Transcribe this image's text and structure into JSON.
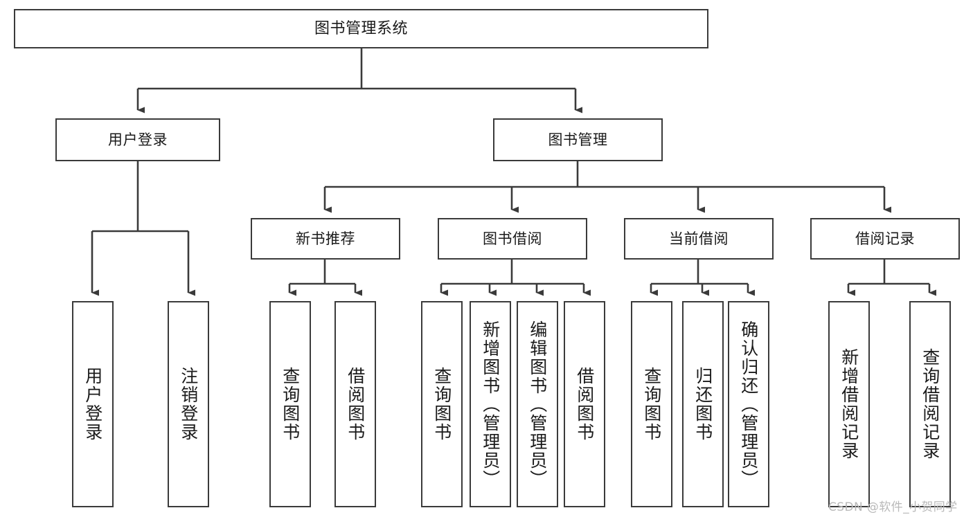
{
  "diagram": {
    "type": "tree-hierarchy-chart",
    "title": "图书管理系统",
    "line_color": "#3a3a3a",
    "box_fill": "#ffffff",
    "text_color": "#1a1a1a",
    "watermark": "CSDN @软件_小贺同学"
  },
  "root": {
    "label": "图书管理系统"
  },
  "level2": [
    {
      "label": "用户登录"
    },
    {
      "label": "图书管理"
    }
  ],
  "level3": [
    {
      "label": "新书推荐"
    },
    {
      "label": "图书借阅"
    },
    {
      "label": "当前借阅"
    },
    {
      "label": "借阅记录"
    }
  ],
  "leaves": {
    "user_login": [
      {
        "label": "用户登录"
      },
      {
        "label": "注销登录"
      }
    ],
    "new_book_recommend": [
      {
        "label": "查询图书"
      },
      {
        "label": "借阅图书"
      }
    ],
    "book_borrow": [
      {
        "label": "查询图书"
      },
      {
        "label": "新增图书（管理员）"
      },
      {
        "label": "编辑图书（管理员）"
      },
      {
        "label": "借阅图书"
      }
    ],
    "current_borrow": [
      {
        "label": "查询图书"
      },
      {
        "label": "归还图书"
      },
      {
        "label": "确认归还（管理员）"
      }
    ],
    "borrow_record": [
      {
        "label": "新增借阅记录"
      },
      {
        "label": "查询借阅记录"
      }
    ]
  }
}
